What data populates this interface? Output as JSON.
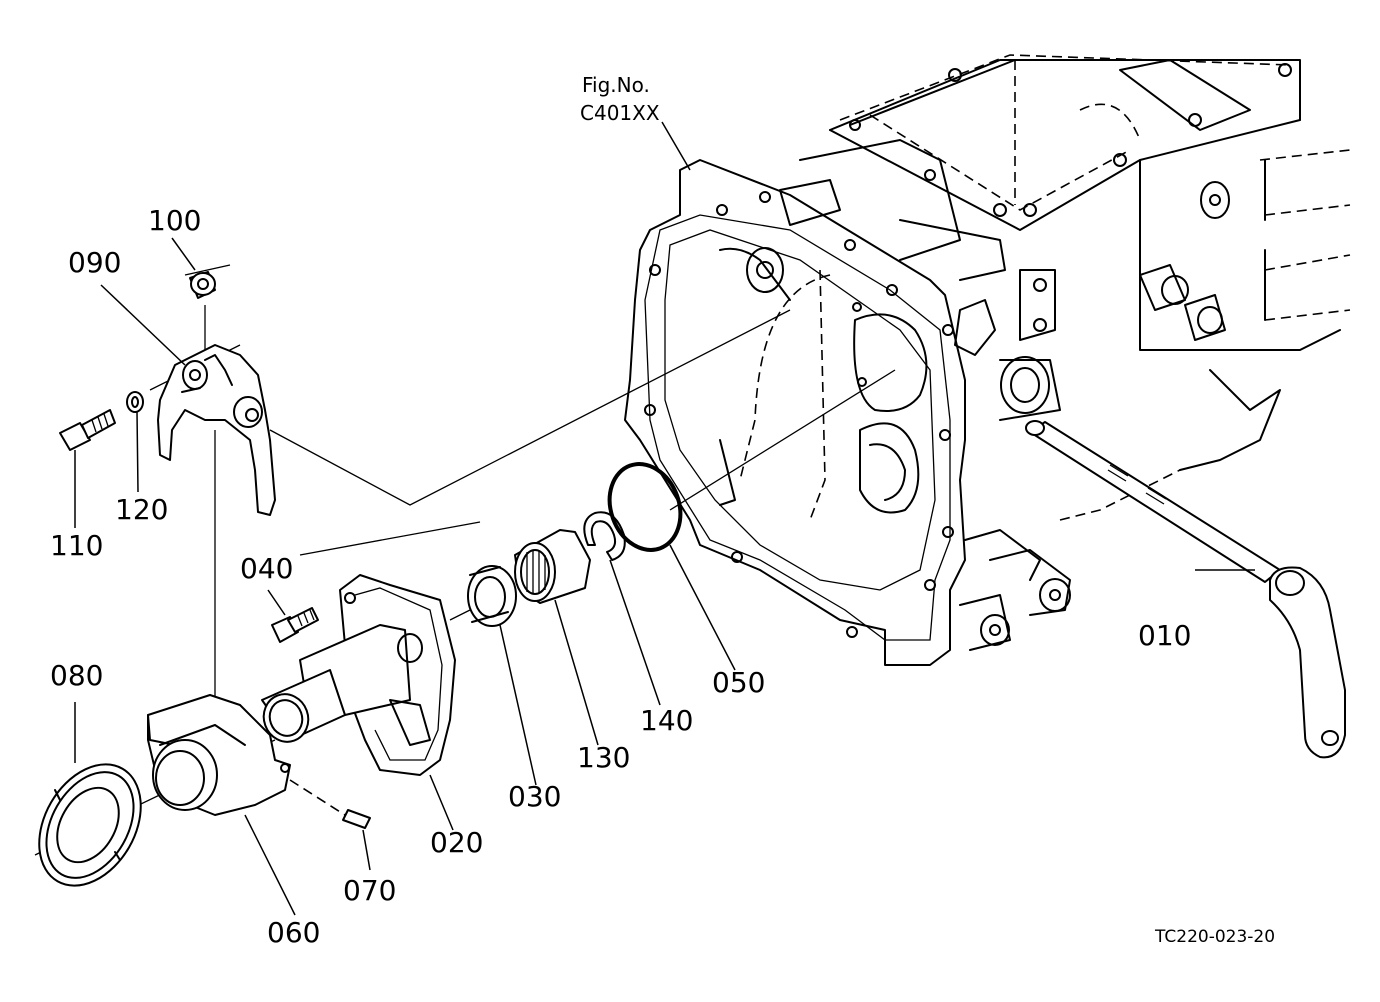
{
  "figure": {
    "fig_label": "Fig.No.",
    "fig_number": "C401XX",
    "drawing_code": "TC220-023-20"
  },
  "parts": {
    "p010": "010",
    "p020": "020",
    "p030": "030",
    "p040": "040",
    "p050": "050",
    "p060": "060",
    "p070": "070",
    "p080": "080",
    "p090": "090",
    "p100": "100",
    "p110": "110",
    "p120": "120",
    "p130": "130",
    "p140": "140"
  }
}
